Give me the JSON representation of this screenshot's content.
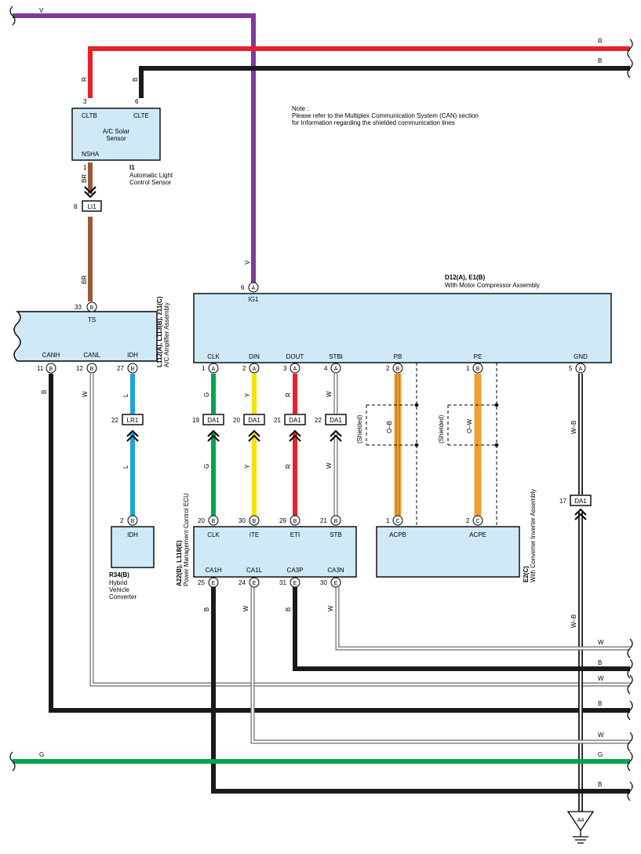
{
  "colors": {
    "V": "#7d3a9b",
    "R": "#e8202a",
    "B": "#1a1a1a",
    "BR": "#9b5a35",
    "G": "#00a651",
    "Y": "#f5e300",
    "L": "#1aa3dd",
    "O": "#f0a030",
    "W": "#ffffff",
    "component_fill": "#cfe9f7"
  },
  "note": {
    "line1": "Note :",
    "line2": "Please refer to the Multiplex Communication System (CAN) section",
    "line3": "for Information regarding the shielded communication lines"
  },
  "wire_labels": {
    "v_top": "V",
    "r_right": "R",
    "b_right": "B",
    "r_left": "R",
    "b_left": "B",
    "br_upper": "BR",
    "br_lower": "BR",
    "v_mid": "V",
    "canh_b": "B",
    "canl_w": "W",
    "idh_l_upper": "L",
    "idh_l_lower": "L",
    "clk_g_upper": "G",
    "clk_g_lower": "G",
    "din_y_upper": "Y",
    "din_y_lower": "Y",
    "dout_r_upper": "R",
    "dout_r_lower": "R",
    "stbi_w_upper": "W",
    "stbi_w_lower": "W",
    "pb_ob": "O–B",
    "pe_ow": "O–W",
    "shielded_1": "(Shielded)",
    "shielded_2": "(Shielded)",
    "gnd_wb_upper": "W–B",
    "gnd_wb_lower": "W–B",
    "ca1h_b": "B",
    "ca1l_w": "W",
    "ca3p_b": "B",
    "ca3n_w": "W",
    "bus_w1": "W",
    "bus_b1": "B",
    "bus_w2": "W",
    "bus_b2": "B",
    "bus_w3": "W",
    "g_left": "G",
    "g_right": "G",
    "bus_b3": "B"
  },
  "components": {
    "solar_sensor": {
      "code": "I1",
      "name_line1": "Automatic Light",
      "name_line2": "Control Sensor",
      "box_line1": "A/C Solar",
      "box_line2": "Sensor",
      "term_cltb": "CLTB",
      "term_clte": "CLTE",
      "term_nsha": "NSHA",
      "pin_cltb": "3",
      "pin_clte": "6",
      "pin_nsha": "1"
    },
    "li1": {
      "label": "LI1",
      "pin": "8"
    },
    "ac_amp": {
      "code": "L112(A), L113(B), z11(C)",
      "name": "A/C Amplifier Assembly",
      "term_ts": "TS",
      "term_canh": "CANH",
      "term_canl": "CANL",
      "term_idh": "IDH",
      "pin_ts": "33",
      "pin_canh": "11",
      "pin_canl": "12",
      "pin_idh": "27",
      "conn_ts": "B",
      "conn_canh": "B",
      "conn_canl": "B",
      "conn_idh": "B"
    },
    "compressor": {
      "code": "D12(A), E1(B)",
      "name": "With Motor Compressor Assembly",
      "term_ig1": "IG1",
      "term_clk": "CLK",
      "term_din": "DIN",
      "term_dout": "DOUT",
      "term_stbi": "STBI",
      "term_pb": "PB",
      "term_pe": "PE",
      "term_gnd": "GND",
      "pin_ig1": "6",
      "pin_clk": "1",
      "pin_din": "2",
      "pin_dout": "3",
      "pin_stbi": "4",
      "pin_pb": "2",
      "pin_pe": "1",
      "pin_gnd": "5",
      "conn_ig1": "A",
      "conn_clk": "A",
      "conn_din": "A",
      "conn_dout": "A",
      "conn_stbi": "A",
      "conn_pb": "B",
      "conn_pe": "B",
      "conn_gnd": "A"
    },
    "lr1": {
      "label": "LR1",
      "pin": "22"
    },
    "da1_connectors": [
      {
        "label": "DA1",
        "pin": "19"
      },
      {
        "label": "DA1",
        "pin": "20"
      },
      {
        "label": "DA1",
        "pin": "21"
      },
      {
        "label": "DA1",
        "pin": "22"
      },
      {
        "label": "DA1",
        "pin": "17"
      }
    ],
    "hv_converter": {
      "code": "R34(B)",
      "name_line1": "Hybrid",
      "name_line2": "Vehicle",
      "name_line3": "Converter",
      "term_idh": "IDH",
      "pin_idh": "2",
      "conn_idh": "B"
    },
    "pm_ecu": {
      "code": "A22(B), L118(E)",
      "name": "Power Management Control ECU",
      "term_clk": "CLK",
      "term_ite": "ITE",
      "term_eti": "ETI",
      "term_stb": "STB",
      "term_ca1h": "CA1H",
      "term_ca1l": "CA1L",
      "term_ca3p": "CA3P",
      "term_ca3n": "CA3N",
      "pin_clk": "20",
      "pin_ite": "30",
      "pin_eti": "29",
      "pin_stb": "21",
      "pin_ca1h": "25",
      "pin_ca1l": "24",
      "pin_ca3p": "31",
      "pin_ca3n": "30",
      "conn_top": "B",
      "conn_bottom": "E"
    },
    "inverter": {
      "code": "E2(C)",
      "name": "With Converter Inverter Assembly",
      "term_acpb": "ACPB",
      "term_acpe": "ACPE",
      "pin_acpb": "1",
      "pin_acpe": "2",
      "conn": "C"
    },
    "ground": {
      "label": "A4"
    }
  }
}
